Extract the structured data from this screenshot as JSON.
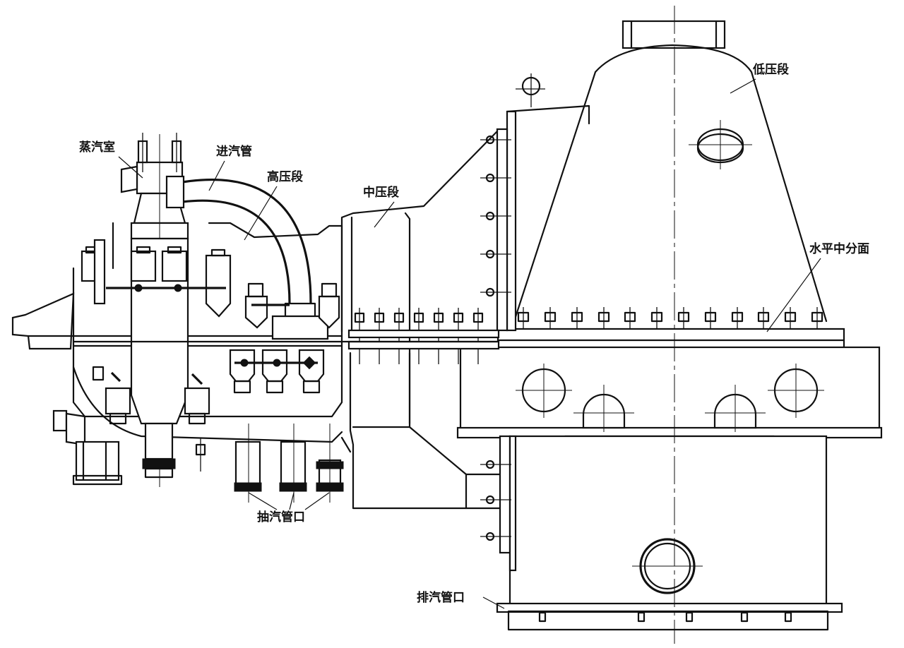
{
  "labels": {
    "steam_chamber": "蒸汽室",
    "inlet_pipe": "进汽管",
    "high_pressure": "高压段",
    "intermediate_pressure": "中压段",
    "low_pressure": "低压段",
    "horizontal_split": "水平中分面",
    "extraction_port": "抽汽管口",
    "exhaust_port": "排汽管口"
  },
  "colors": {
    "line": "#111111",
    "background": "#ffffff"
  }
}
